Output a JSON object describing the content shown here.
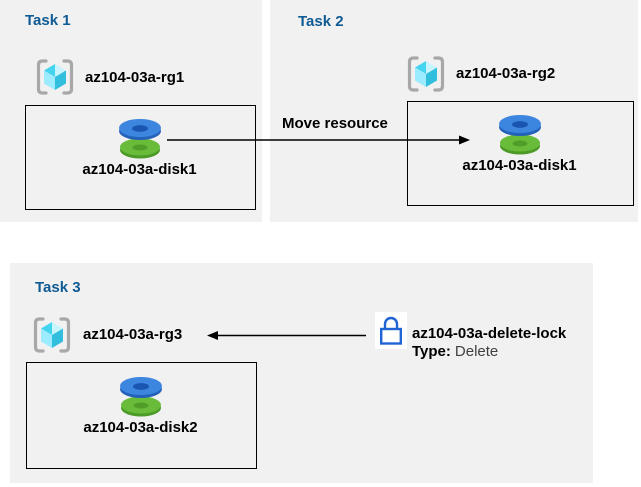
{
  "colors": {
    "panel_bg": "#f1f1f1",
    "task_title_blue": "#0f5b94",
    "lock_blue": "#2064d4",
    "arrow_black": "#000000"
  },
  "icons": {
    "resource_group": "resource-group-icon",
    "disk": "disk-icon",
    "lock": "lock-icon"
  },
  "task1": {
    "title": "Task 1",
    "rg_name": "az104-03a-rg1",
    "disk_name": "az104-03a-disk1"
  },
  "task2": {
    "title": "Task 2",
    "rg_name": "az104-03a-rg2",
    "disk_name": "az104-03a-disk1"
  },
  "task3": {
    "title": "Task 3",
    "rg_name": "az104-03a-rg3",
    "disk_name": "az104-03a-disk2",
    "lock_name": "az104-03a-delete-lock",
    "lock_type_label": "Type:",
    "lock_type_value": "Delete"
  },
  "arrows": {
    "move_label": "Move resource"
  }
}
